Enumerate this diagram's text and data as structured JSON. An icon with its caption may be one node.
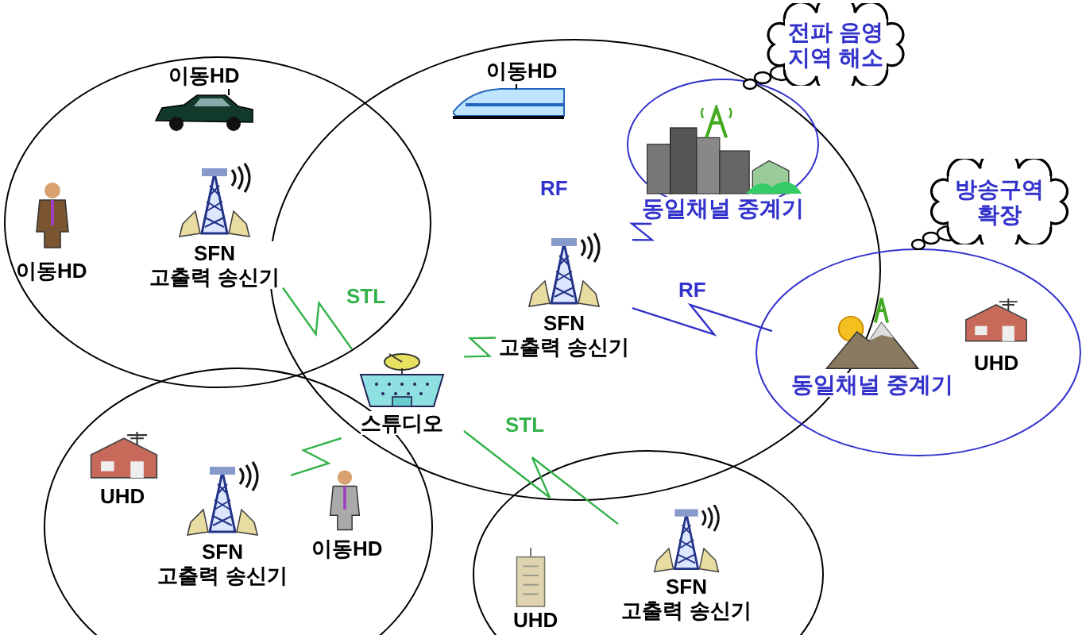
{
  "diagram": {
    "nodes": [
      {
        "text": [
          "SFN 고출력 송신기"
        ]
      },
      {
        "text": [
          "SFN 고출력 송신기"
        ]
      },
      {
        "text": [
          "스튜디오"
        ]
      },
      {
        "text": [
          "SFN 고출력 송신기"
        ]
      },
      {
        "text": [
          "SFN 고출력 송신기"
        ]
      },
      {
        "text": [
          "동일채널 중계기"
        ]
      },
      {
        "text": [
          "동일채널 중계기"
        ]
      },
      {
        "text": [
          "전파 음영 지역 해소"
        ]
      },
      {
        "text": [
          "방송구역 확장"
        ]
      }
    ],
    "edges": [
      {
        "from": 2,
        "to": 0,
        "arrow": "none",
        "label": "STL"
      },
      {
        "from": 2,
        "to": 1,
        "arrow": "none"
      },
      {
        "from": 2,
        "to": 3,
        "arrow": "none"
      },
      {
        "from": 2,
        "to": 4,
        "arrow": "none",
        "label": "STL"
      },
      {
        "from": 1,
        "to": 5,
        "arrow": "none",
        "label": "RF",
        "color": "#3333cc"
      },
      {
        "from": 1,
        "to": 6,
        "arrow": "none",
        "label": "RF",
        "color": "#3333cc"
      }
    ],
    "labels": [
      "이동HD",
      "이동HD",
      "이동HD",
      "UHD",
      "UHD",
      "이동HD",
      "UHD"
    ]
  }
}
